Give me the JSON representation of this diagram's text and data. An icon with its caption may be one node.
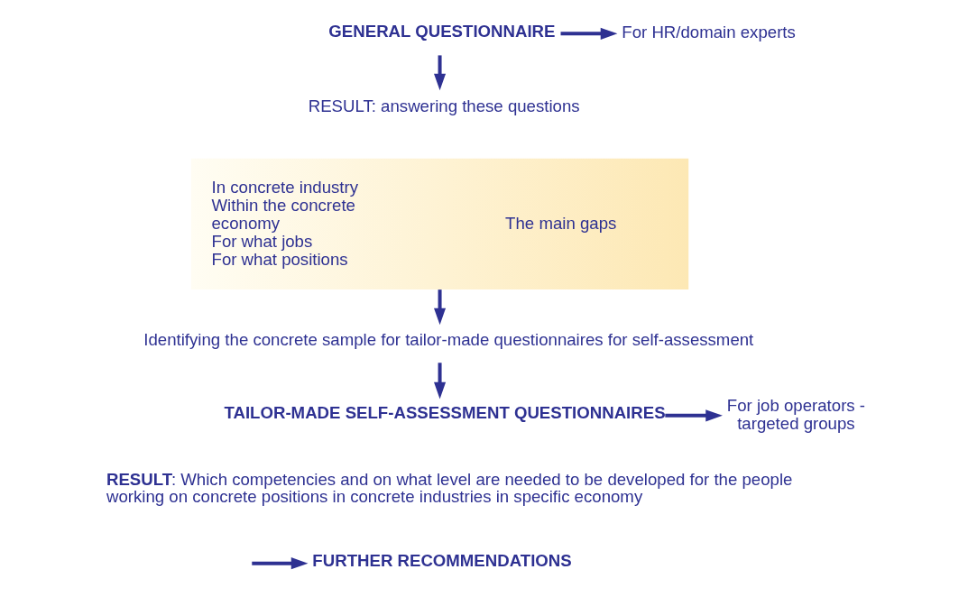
{
  "diagram": {
    "nodes": [
      {
        "text": [
          "GENERAL QUESTIONNAIRE"
        ]
      },
      {
        "text": [
          "For HR/domain experts"
        ]
      },
      {
        "text": [
          "RESULT: answering these questions"
        ]
      },
      {
        "text": [
          "In concrete industry",
          "Within the concrete economy",
          "For what jobs",
          "For what positions",
          "The main gaps"
        ]
      },
      {
        "text": [
          "Identifying the concrete sample for tailor-made questionnaires for self-assessment"
        ]
      },
      {
        "text": [
          "TAILOR-MADE SELF-ASSESSMENT QUESTIONNAIRES"
        ]
      },
      {
        "text": [
          "For job operators - targeted groups"
        ]
      },
      {
        "text": [
          "**RESULT**: Which competencies and on what level are needed to be developed for the people working on concrete positions in concrete industries in specific economy"
        ]
      },
      {
        "text": [
          "FURTHER RECOMMENDATIONS"
        ]
      }
    ],
    "edges": [
      {
        "from": 0,
        "to": 1,
        "arrow": "to"
      },
      {
        "from": 0,
        "to": 2,
        "arrow": "to"
      },
      {
        "from": 3,
        "to": 4,
        "arrow": "to"
      },
      {
        "from": 4,
        "to": 5,
        "arrow": "to"
      },
      {
        "from": 5,
        "to": 6,
        "arrow": "to"
      },
      {
        "from": null,
        "to": 8,
        "arrow": "to"
      }
    ]
  }
}
